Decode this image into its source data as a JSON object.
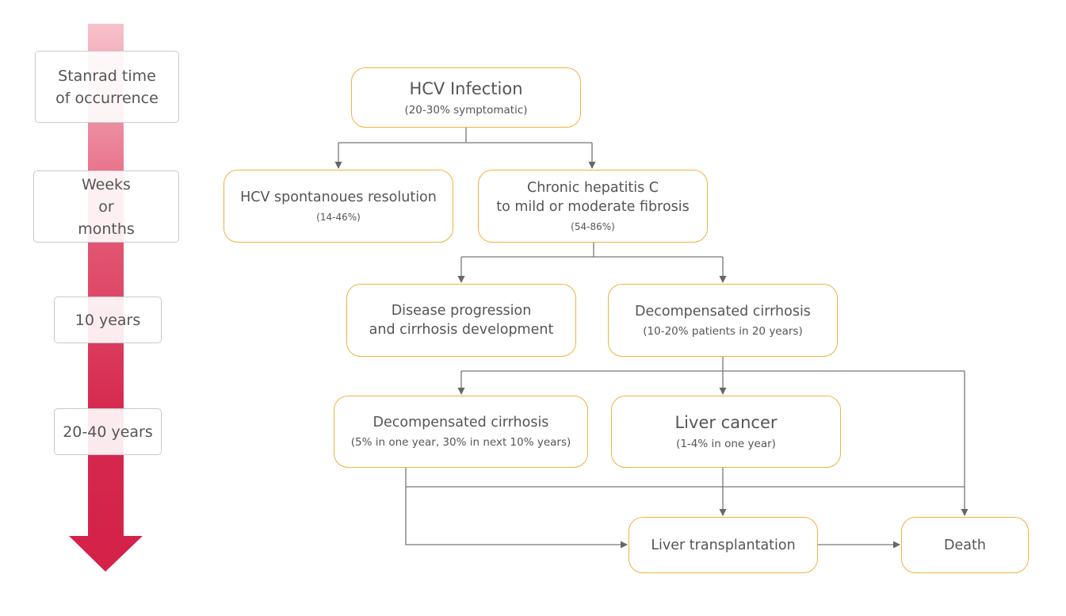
{
  "timeline": {
    "accent_color": "#d42148",
    "labels": [
      {
        "text": "Stanrad time\nof occurrence"
      },
      {
        "text": "Weeks\nor\nmonths"
      },
      {
        "text": "10 years"
      },
      {
        "text": "20-40 years"
      }
    ]
  },
  "nodes": {
    "hcv_infection": {
      "title": "HCV Infection",
      "sub": "(20-30% symptomatic)"
    },
    "spontaneous_resolution": {
      "title": "HCV spontanoues resolution",
      "sub": "(14-46%)"
    },
    "chronic_hepatitis": {
      "title": "Chronic hepatitis C\nto mild or moderate fibrosis",
      "sub": "(54-86%)"
    },
    "disease_progression": {
      "title": "Disease progression\nand cirrhosis development",
      "sub": ""
    },
    "decompensated_1": {
      "title": "Decompensated cirrhosis",
      "sub": "(10-20% patients in 20 years)"
    },
    "decompensated_2": {
      "title": "Decompensated cirrhosis",
      "sub": "(5% in one year, 30% in next 10% years)"
    },
    "liver_cancer": {
      "title": "Liver cancer",
      "sub": "(1-4% in one year)"
    },
    "liver_transplantation": {
      "title": "Liver transplantation",
      "sub": ""
    },
    "death": {
      "title": "Death",
      "sub": ""
    }
  },
  "colors": {
    "node_border": "#f2b13d",
    "connector": "#666666",
    "text": "#555555"
  }
}
